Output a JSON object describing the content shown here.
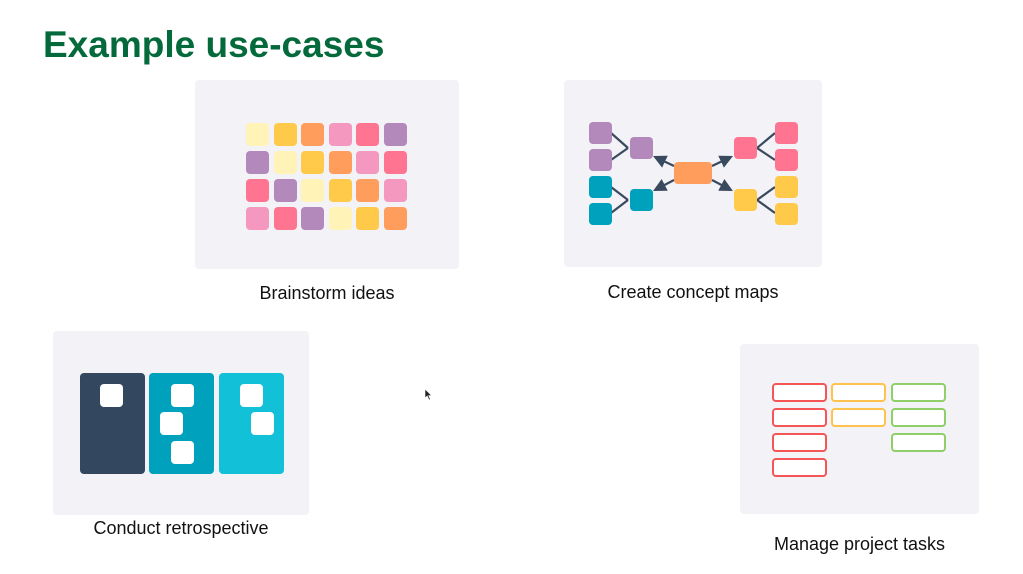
{
  "slide": {
    "title": "Example use-cases"
  },
  "use_cases": [
    {
      "id": "brainstorm",
      "label": "Brainstorm ideas"
    },
    {
      "id": "concept-map",
      "label": "Create concept maps"
    },
    {
      "id": "retrospective",
      "label": "Conduct retrospective"
    },
    {
      "id": "project-tasks",
      "label": "Manage project tasks"
    }
  ],
  "palette": {
    "title_green": "#046a3c",
    "card_bg": "#f2f2f7",
    "yellow_light": "#fff3b8",
    "yellow": "#ffc94a",
    "orange": "#ff9d5c",
    "pink": "#f598c0",
    "red": "#ff7591",
    "purple": "#b388bb",
    "teal": "#00a1bd",
    "cyan": "#12c0d8",
    "navy": "#33475f",
    "task_red": "#f45656",
    "task_yellow": "#ffc34d",
    "task_green": "#8ecf6a",
    "connector": "#3a4a5e"
  },
  "brainstorm_grid": [
    [
      "yellow_light",
      "yellow",
      "orange",
      "pink",
      "red",
      "purple"
    ],
    [
      "purple",
      "yellow_light",
      "yellow",
      "orange",
      "pink",
      "red"
    ],
    [
      "red",
      "purple",
      "yellow_light",
      "yellow",
      "orange",
      "pink"
    ],
    [
      "pink",
      "red",
      "purple",
      "yellow_light",
      "yellow",
      "orange"
    ]
  ],
  "retro_columns": [
    {
      "color": "navy",
      "notes": 1
    },
    {
      "color": "teal",
      "notes": 3
    },
    {
      "color": "cyan",
      "notes": 2
    }
  ],
  "task_columns": [
    {
      "color": "task_red",
      "tasks": 4
    },
    {
      "color": "task_yellow",
      "tasks": 2
    },
    {
      "color": "task_green",
      "tasks": 3
    }
  ]
}
